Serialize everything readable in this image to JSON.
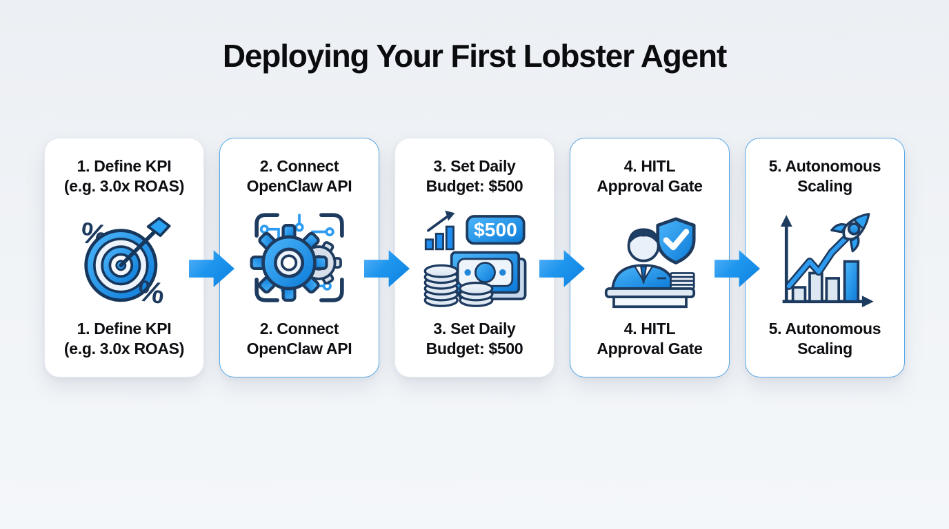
{
  "page": {
    "title": "Deploying Your First Lobster Agent"
  },
  "colors": {
    "background": "#f0f3f6",
    "card_background": "#ffffff",
    "card_border_blue": "#55a6e6",
    "accent_blue": "#2196f3",
    "accent_blue_dark": "#0c80df",
    "outline_navy": "#1d3a5f",
    "text_dark": "#0d0e11"
  },
  "steps": [
    {
      "label_line1": "1. Define KPI",
      "label_line2": "(e.g. 3.0x ROAS)",
      "icon": "target-with-percent",
      "percent_symbol": "%"
    },
    {
      "label_line1": "2. Connect",
      "label_line2": "OpenClaw API",
      "icon": "gears-circuit"
    },
    {
      "label_line1": "3. Set Daily",
      "label_line2": "Budget: $500",
      "icon": "cash-budget",
      "badge_label": "$500"
    },
    {
      "label_line1": "4. HITL",
      "label_line2": "Approval Gate",
      "icon": "approver-with-shield"
    },
    {
      "label_line1": "5. Autonomous",
      "label_line2": "Scaling",
      "icon": "growth-chart-rocket"
    }
  ]
}
